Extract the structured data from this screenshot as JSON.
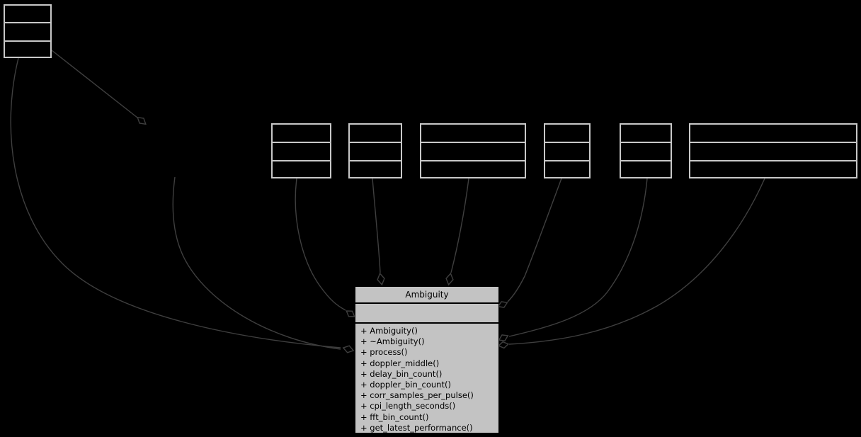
{
  "diagram": {
    "type": "uml-collaboration-graph",
    "colors": {
      "bg": "#000000",
      "edge": "#3f3f3f",
      "node-border": "#c8c8c8",
      "central-fill": "#c3c3c3",
      "central-border": "#000000",
      "divider": "#000000",
      "text": "#000000"
    },
    "central_class": {
      "title": "Ambiguity",
      "attributes": [],
      "methods": [
        "+ Ambiguity()",
        "+ ~Ambiguity()",
        "+ process()",
        "+ doppler_middle()",
        "+ delay_bin_count()",
        "+ doppler_bin_count()",
        "+ corr_samples_per_pulse()",
        "+ cpi_length_seconds()",
        "+ fft_bin_count()",
        "+ get_latest_performance()"
      ]
    },
    "related_classes": [
      {
        "id": "top-left",
        "label": ""
      },
      {
        "id": "top-row-1",
        "label": ""
      },
      {
        "id": "top-row-2",
        "label": ""
      },
      {
        "id": "top-row-3",
        "label": ""
      },
      {
        "id": "top-row-4",
        "label": ""
      },
      {
        "id": "top-row-5",
        "label": ""
      },
      {
        "id": "top-row-6",
        "label": ""
      }
    ],
    "edge_style": {
      "arrowhead": "open-diamond"
    }
  }
}
